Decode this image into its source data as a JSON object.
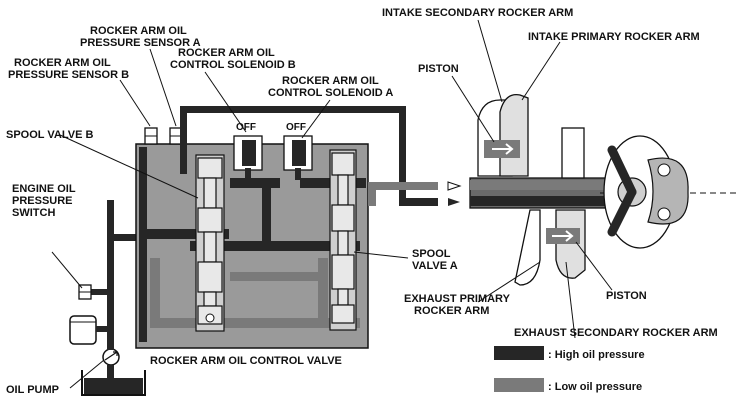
{
  "labels": {
    "sensor_a": [
      "ROCKER ARM OIL",
      "PRESSURE SENSOR A"
    ],
    "sensor_b": [
      "ROCKER ARM OIL",
      "PRESSURE SENSOR B"
    ],
    "solenoid_b": [
      "ROCKER ARM OIL",
      "CONTROL SOLENOID B"
    ],
    "solenoid_a": [
      "ROCKER ARM OIL",
      "CONTROL SOLENOID A"
    ],
    "spool_valve_b": "SPOOL VALVE B",
    "engine_oil_pressure_switch": [
      "ENGINE OIL",
      "PRESSURE",
      "SWITCH"
    ],
    "oil_pump": "OIL PUMP",
    "control_valve": "ROCKER ARM OIL CONTROL VALVE",
    "spool_valve_a": [
      "SPOOL",
      "VALVE A"
    ],
    "intake_secondary": "INTAKE SECONDARY ROCKER ARM",
    "intake_primary": "INTAKE PRIMARY ROCKER ARM",
    "piston_top": "PISTON",
    "piston_bottom": "PISTON",
    "exhaust_primary": [
      "EXHAUST PRIMARY",
      "ROCKER ARM"
    ],
    "exhaust_secondary": "EXHAUST SECONDARY ROCKER ARM",
    "solenoid_b_state": "OFF",
    "solenoid_a_state": "OFF"
  },
  "legend": {
    "high": ": High oil pressure",
    "low": ": Low oil pressure"
  },
  "colors": {
    "high_oil_pressure": "#262626",
    "low_oil_pressure": "#7a7a7a"
  }
}
